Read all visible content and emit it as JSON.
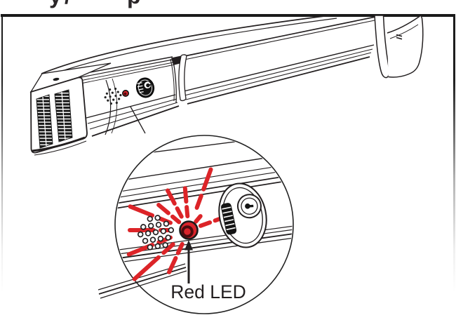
{
  "page": {
    "description": "Instruction-manual illustration of an alarmed exit device push bar; a magnified circular callout highlights the flashing red LED indicator beside the speaker grille and key cylinder",
    "heading_clipped_fragments": [
      "y",
      "/",
      "p"
    ]
  },
  "figure": {
    "callout_label": "Red LED",
    "device_features": [
      "battery-end-cap",
      "speaker-grille",
      "red-led",
      "key-cylinder",
      "push-bar",
      "alarm-housing"
    ],
    "colors": {
      "led-red": "#d8232a",
      "ray-red": "#dc2428",
      "led-core-dark": "#4a0b0e",
      "line-dark": "#231f20",
      "frame-dark": "#1a1a1a"
    }
  }
}
